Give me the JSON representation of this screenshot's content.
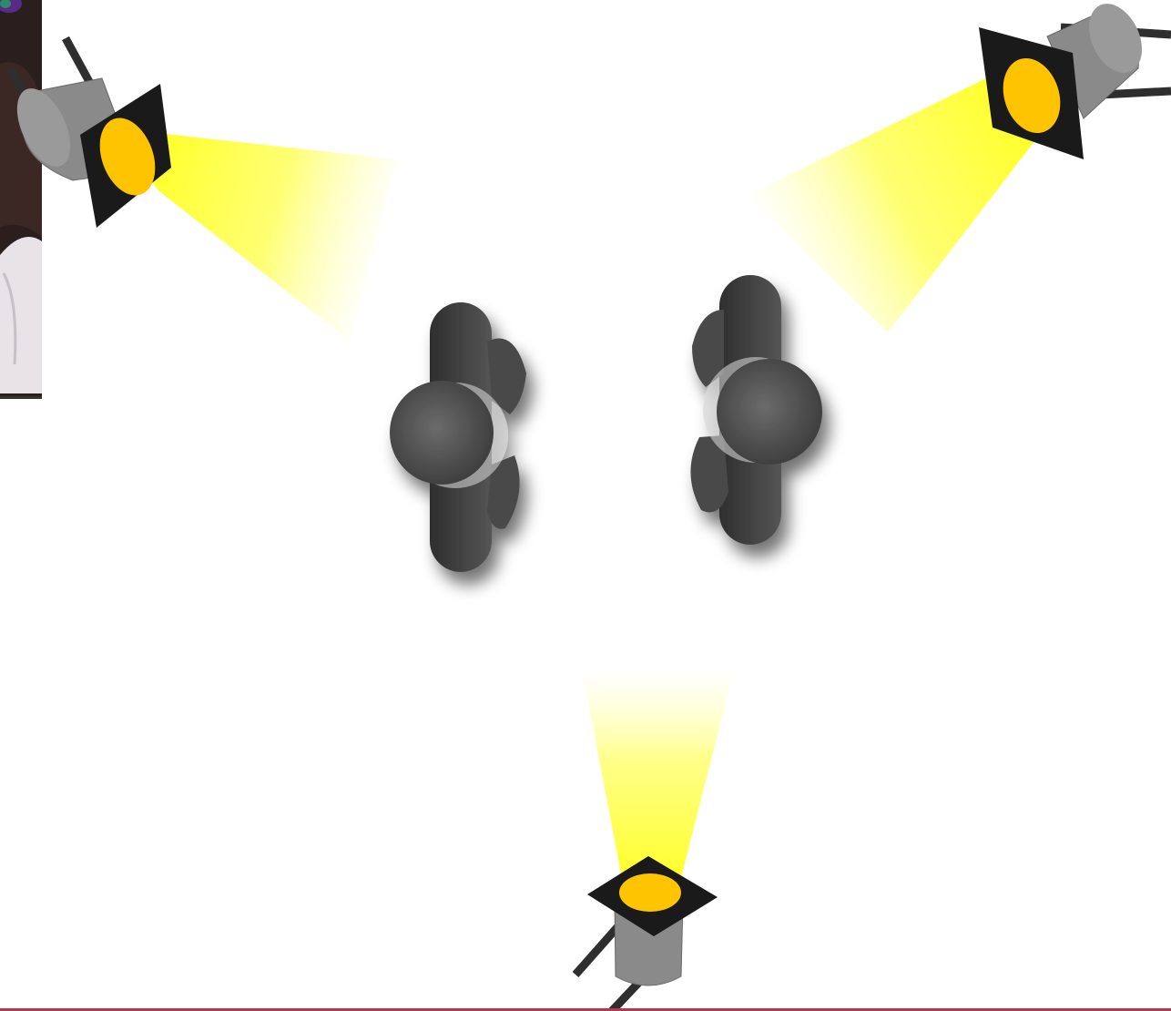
{
  "diagram": {
    "kind": "three-point lighting setup (top view)",
    "lights": [
      {
        "id": "key-light",
        "icon": "spotlight-icon"
      },
      {
        "id": "fill-light",
        "icon": "spotlight-icon"
      },
      {
        "id": "back-light",
        "icon": "spotlight-icon"
      }
    ],
    "subjects": [
      {
        "id": "person-left",
        "icon": "person-top-view-icon"
      },
      {
        "id": "person-right",
        "icon": "person-top-view-icon"
      }
    ]
  },
  "colors": {
    "beam": "#ffff33",
    "lens": "#ffc400",
    "lamp_body": "#8a8a8a",
    "barn_door": "#1a1a1a",
    "person": "#4a4a4a",
    "bottom_bar": "#b03a50"
  },
  "webcam": {
    "icon": "webcam-thumbnail"
  }
}
